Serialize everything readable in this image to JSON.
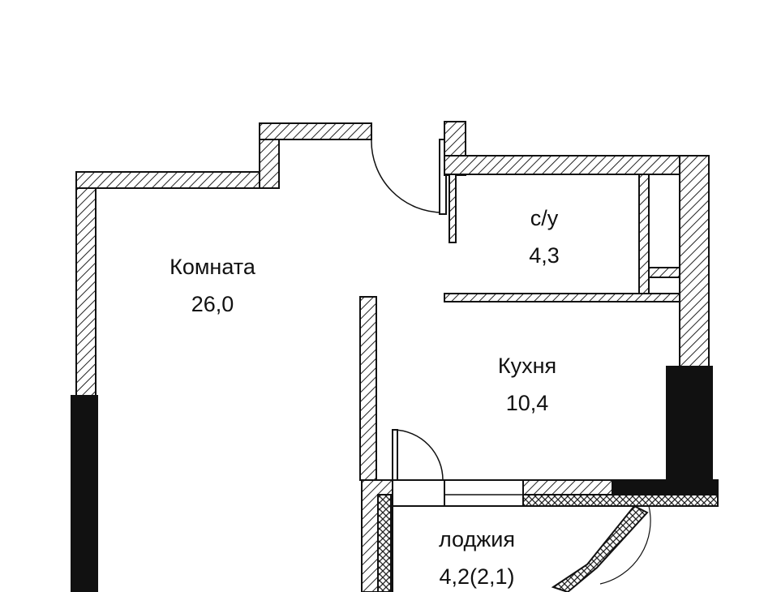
{
  "plan": {
    "rooms": [
      {
        "name": "Комната",
        "area": "26,0"
      },
      {
        "name": "с/у",
        "area": "4,3"
      },
      {
        "name": "Кухня",
        "area": "10,4"
      },
      {
        "name": "лоджия",
        "area": "4,2(2,1)"
      }
    ]
  },
  "colors": {
    "wall": "#111111",
    "background": "#ffffff"
  }
}
